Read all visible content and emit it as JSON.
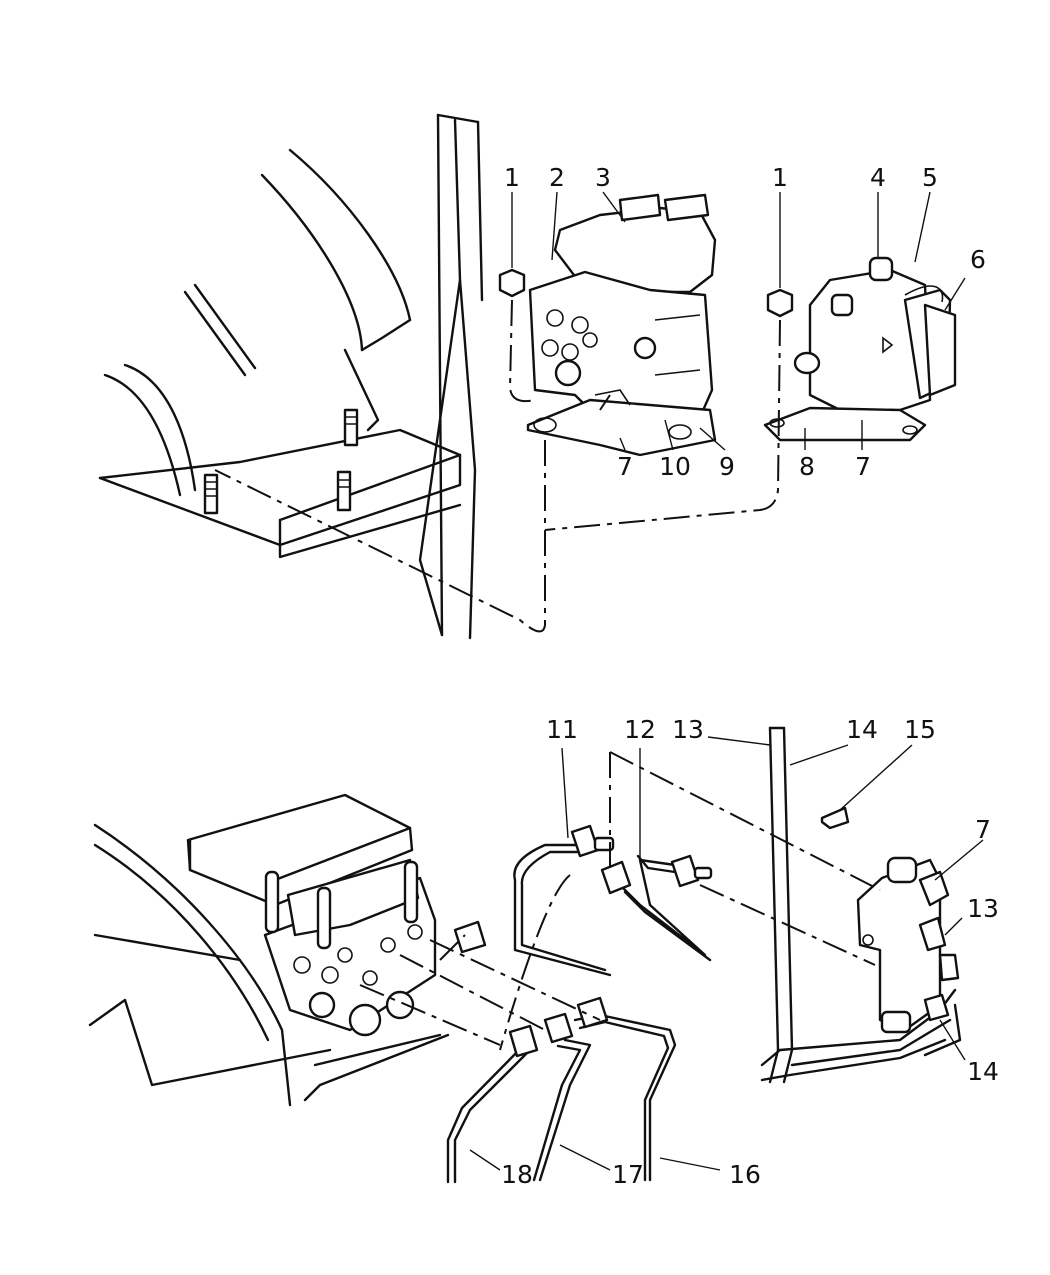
{
  "callouts": {
    "c1a": "1",
    "c2": "2",
    "c3": "3",
    "c1b": "1",
    "c4": "4",
    "c5": "5",
    "c6": "6",
    "c7a": "7",
    "c10": "10",
    "c9": "9",
    "c8": "8",
    "c7b": "7",
    "c11": "11",
    "c12": "12",
    "c13a": "13",
    "c14a": "14",
    "c15": "15",
    "c7c": "7",
    "c13b": "13",
    "c14b": "14",
    "c16": "16",
    "c17": "17",
    "c18": "18"
  },
  "icons": {
    "hex_nut": "hex-nut-icon",
    "stud": "stud-icon",
    "abs_module": "abs-hydraulic-unit-icon",
    "proportioning_valve": "proportioning-valve-icon",
    "brake_tube": "brake-tube-icon",
    "fitting": "tube-fitting-icon",
    "clip": "retaining-clip-icon"
  }
}
